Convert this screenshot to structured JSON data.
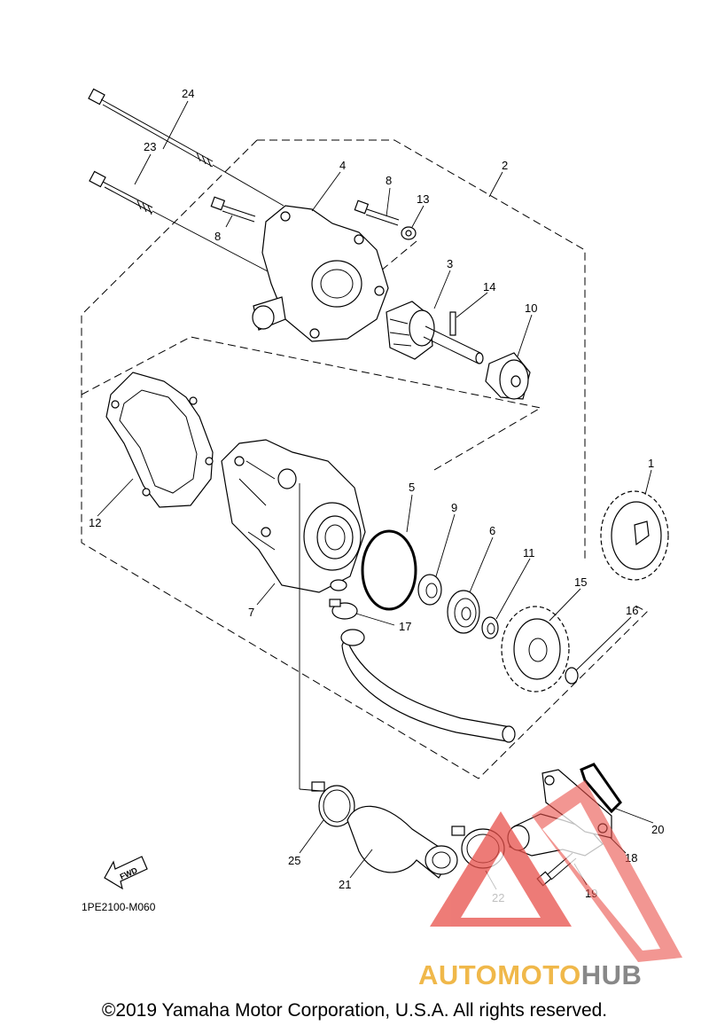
{
  "diagram": {
    "callouts": [
      "1",
      "2",
      "3",
      "4",
      "5",
      "6",
      "7",
      "8",
      "8",
      "9",
      "10",
      "11",
      "12",
      "13",
      "14",
      "15",
      "16",
      "17",
      "18",
      "19",
      "20",
      "21",
      "22",
      "23",
      "24",
      "25"
    ],
    "fwd_label": "FWD",
    "figure_code": "1PE2100-M060",
    "copyright": "©2019 Yamaha Motor Corporation, U.S.A. All rights reserved."
  },
  "watermark": {
    "text_colored": "AUTOMOTO",
    "text_grey": "HUB",
    "colors": {
      "triangle": "#e8504a",
      "text_colored": "#f0b84a",
      "text_grey": "#888888"
    }
  }
}
